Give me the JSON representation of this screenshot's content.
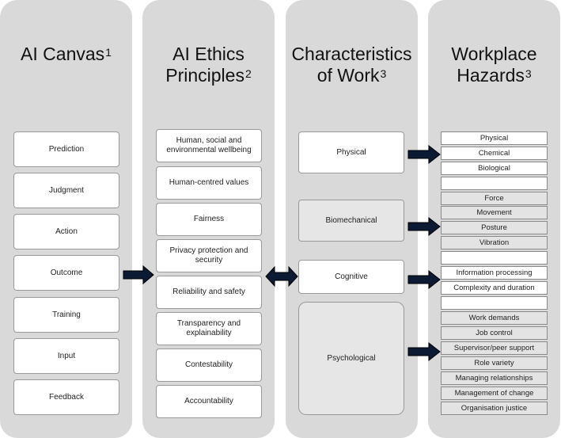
{
  "columns": [
    {
      "title_line1": "AI Canvas",
      "title_line2": "",
      "sup": "1"
    },
    {
      "title_line1": "AI Ethics",
      "title_line2": "Principles",
      "sup": "2"
    },
    {
      "title_line1": "Characteristics",
      "title_line2": "of Work",
      "sup": "3"
    },
    {
      "title_line1": "Workplace",
      "title_line2": "Hazards",
      "sup": "3"
    }
  ],
  "canvas_items": [
    "Prediction",
    "Judgment",
    "Action",
    "Outcome",
    "Training",
    "Input",
    "Feedback"
  ],
  "ethics_items": [
    "Human, social and environmental wellbeing",
    "Human-centred values",
    "Fairness",
    "Privacy protection and security",
    "Reliability and safety",
    "Transparency and explainability",
    "Contestability",
    "Accountability"
  ],
  "work_items": [
    "Physical",
    "Biomechanical",
    "Cognitive",
    "Psychological"
  ],
  "hazards": [
    "Physical",
    "Chemical",
    "Biological",
    "",
    "Force",
    "Movement",
    "Posture",
    "Vibration",
    "",
    "Information processing",
    "Complexity and duration",
    "",
    "Work demands",
    "Job control",
    "Supervisor/peer support",
    "Role variety",
    "Managing relationships",
    "Management of change",
    "Organisation justice"
  ],
  "colors": {
    "panel": "#d9d9d9",
    "arrow": "#0d1a33",
    "box_border": "#9a9a9a"
  }
}
